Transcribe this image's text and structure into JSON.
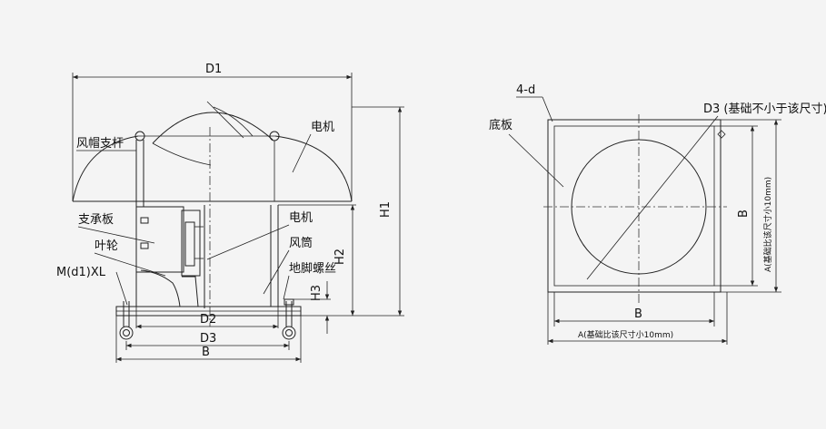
{
  "left_view": {
    "dims": {
      "d1": "D1",
      "h1": "H1",
      "h2": "H2",
      "h3": "H3",
      "d2": "D2",
      "d3": "D3",
      "b": "B"
    },
    "callouts": {
      "cap_strut": "风帽支杆",
      "motor_top": "电机",
      "support_plate": "支承板",
      "impeller": "叶轮",
      "bolt_spec": "M(d1)XL",
      "motor_mid": "电机",
      "duct": "风筒",
      "anchor_bolt": "地脚螺丝"
    }
  },
  "right_view": {
    "callouts": {
      "holes": "4-d",
      "base_plate": "底板",
      "d3_note": "D3 (基础不小于该尺寸)"
    },
    "dims": {
      "b_inner_h": "B",
      "a_outer_h": "A(基础比该尺寸小10mm)",
      "b_inner_v": "B",
      "a_outer_v": "A(基础比该尺寸小10mm)"
    }
  },
  "colors": {
    "background": "#f4f4f4",
    "ink": "#222222"
  }
}
